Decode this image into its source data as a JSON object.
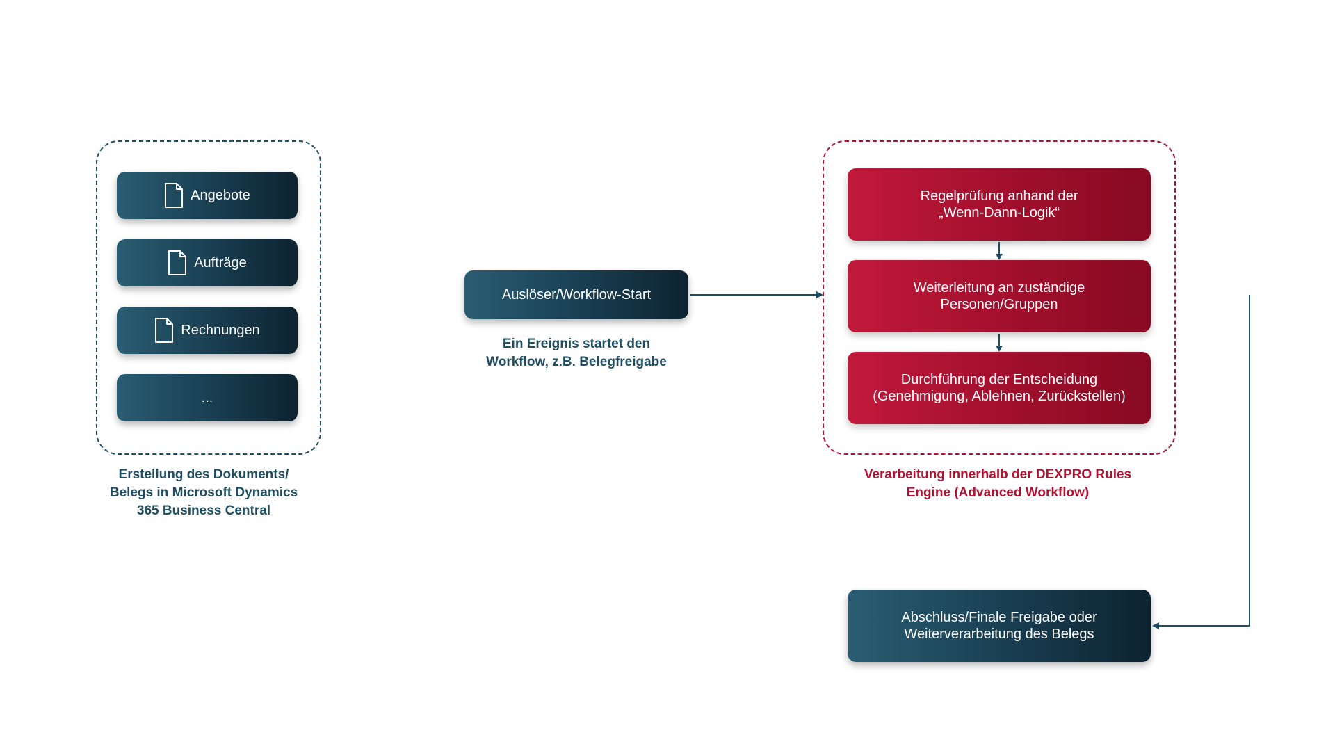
{
  "left_group": {
    "items": [
      {
        "label": "Angebote",
        "icon": "document-icon"
      },
      {
        "label": "Aufträge",
        "icon": "document-icon"
      },
      {
        "label": "Rechnungen",
        "icon": "document-icon"
      },
      {
        "label": "..."
      }
    ],
    "caption": "Erstellung des Dokuments/\nBelegs in Microsoft Dynamics\n365 Business Central"
  },
  "trigger": {
    "label": "Auslöser/Workflow-Start",
    "caption": "Ein Ereignis startet den\nWorkflow, z.B. Belegfreigabe"
  },
  "rules_engine": {
    "steps": [
      "Regelprüfung anhand der\n„Wenn-Dann-Logik“",
      "Weiterleitung an zuständige\nPersonen/Gruppen",
      "Durchführung der Entscheidung\n(Genehmigung, Ablehnen, Zurückstellen)"
    ],
    "caption": "Verarbeitung innerhalb der DEXPRO Rules\nEngine (Advanced Workflow)"
  },
  "final_step": {
    "label": "Abschluss/Finale Freigabe oder\nWeiterverarbeitung des Belegs"
  },
  "colors": {
    "primary_blue": "#1f4e63",
    "primary_red": "#b01230"
  }
}
